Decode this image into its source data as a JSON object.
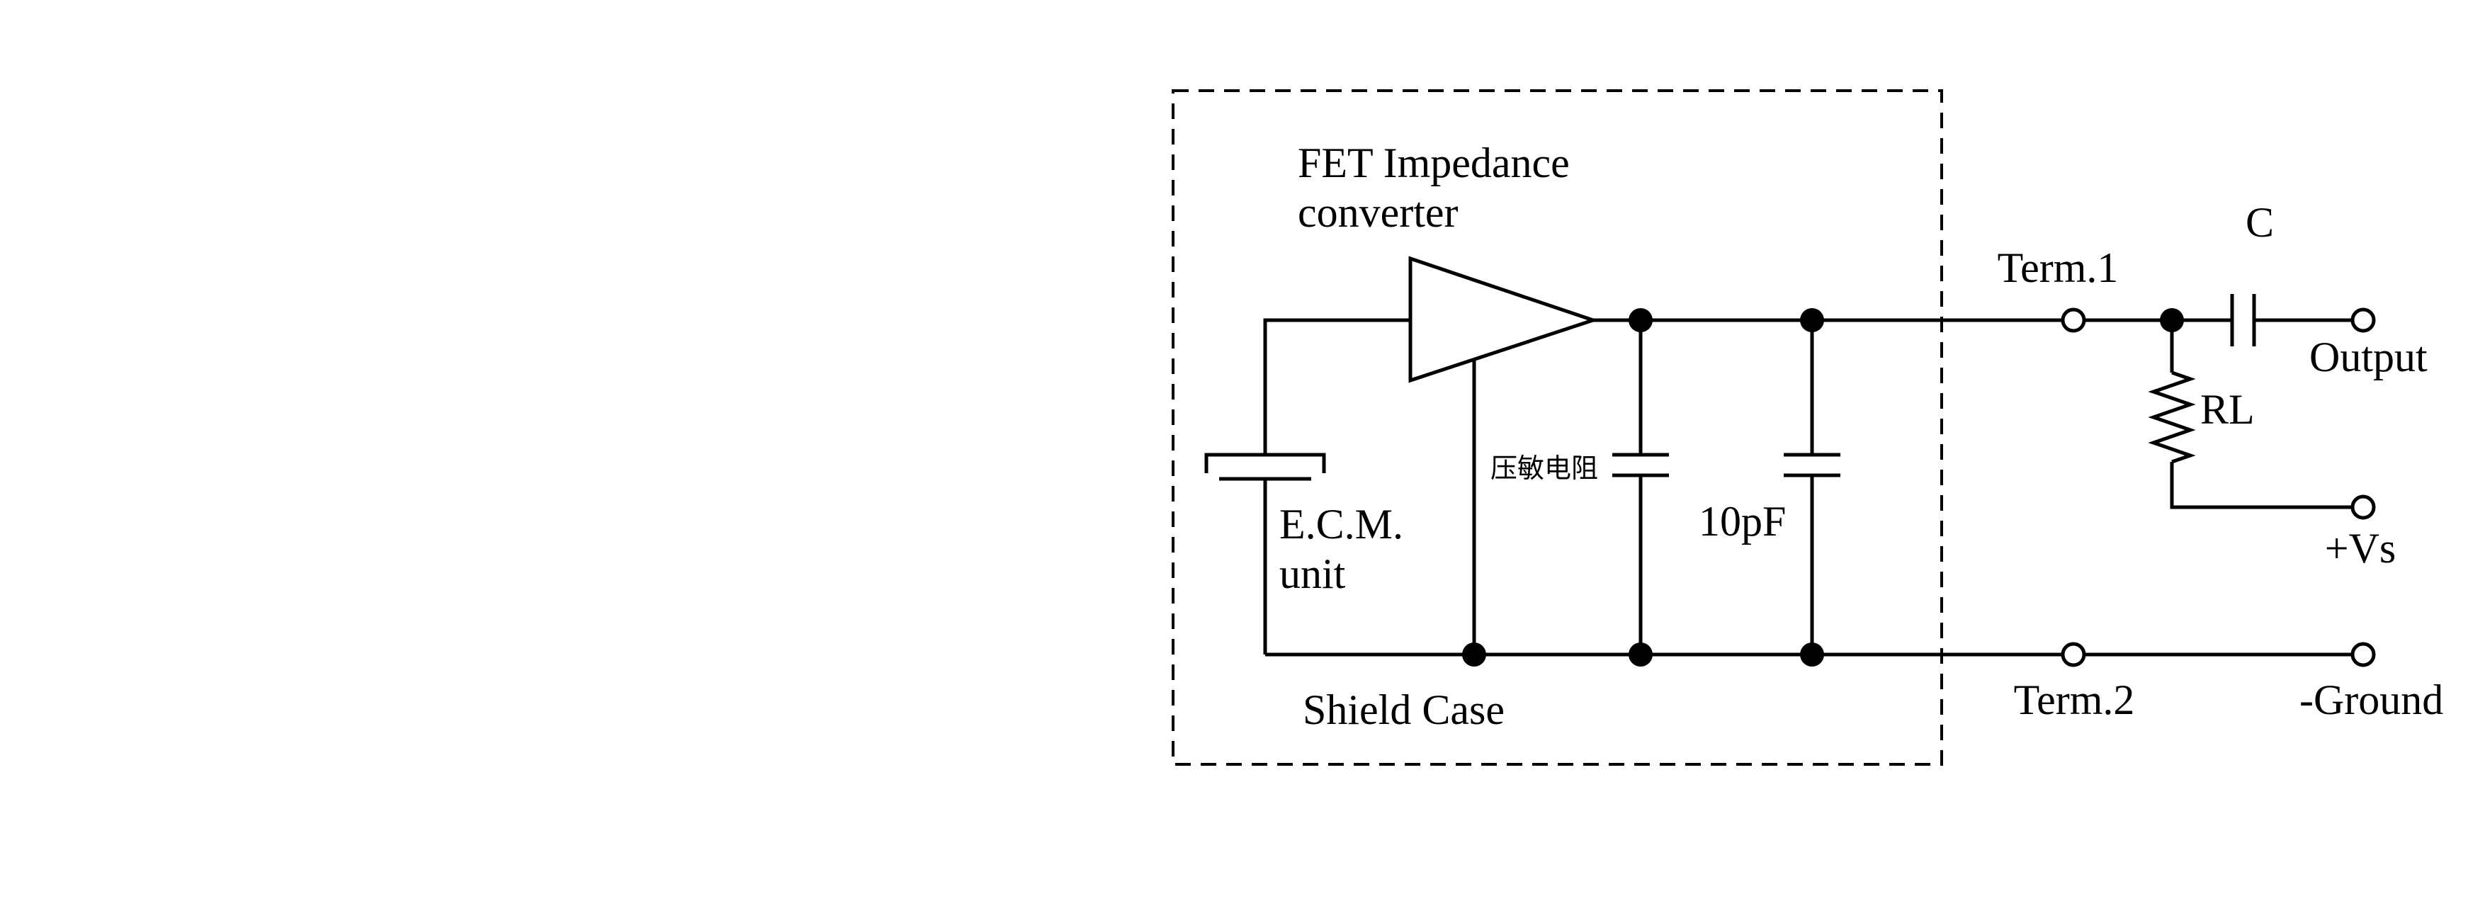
{
  "page": {
    "background_color": "#ffffff",
    "line_color": "#000000"
  },
  "diagram": {
    "type": "circuit-schematic",
    "description_visible_text_only": true,
    "components": {
      "fet": {
        "label_line1": "FET Impedance",
        "label_line2": "converter"
      },
      "ecm": {
        "label_line1": "E.C.M.",
        "label_line2": "unit"
      },
      "varistor": {
        "label": "压敏电阻"
      },
      "internal_capacitor": {
        "label": "10pF"
      },
      "shield": {
        "label": "Shield Case"
      },
      "coupling_capacitor": {
        "label": "C"
      },
      "load_resistor": {
        "label": "RL"
      }
    },
    "terminals": {
      "term1": {
        "label": "Term.1"
      },
      "term2": {
        "label": "Term.2"
      },
      "output": {
        "label": "Output"
      },
      "supply": {
        "label": "+Vs"
      },
      "ground": {
        "label": "-Ground"
      }
    }
  }
}
